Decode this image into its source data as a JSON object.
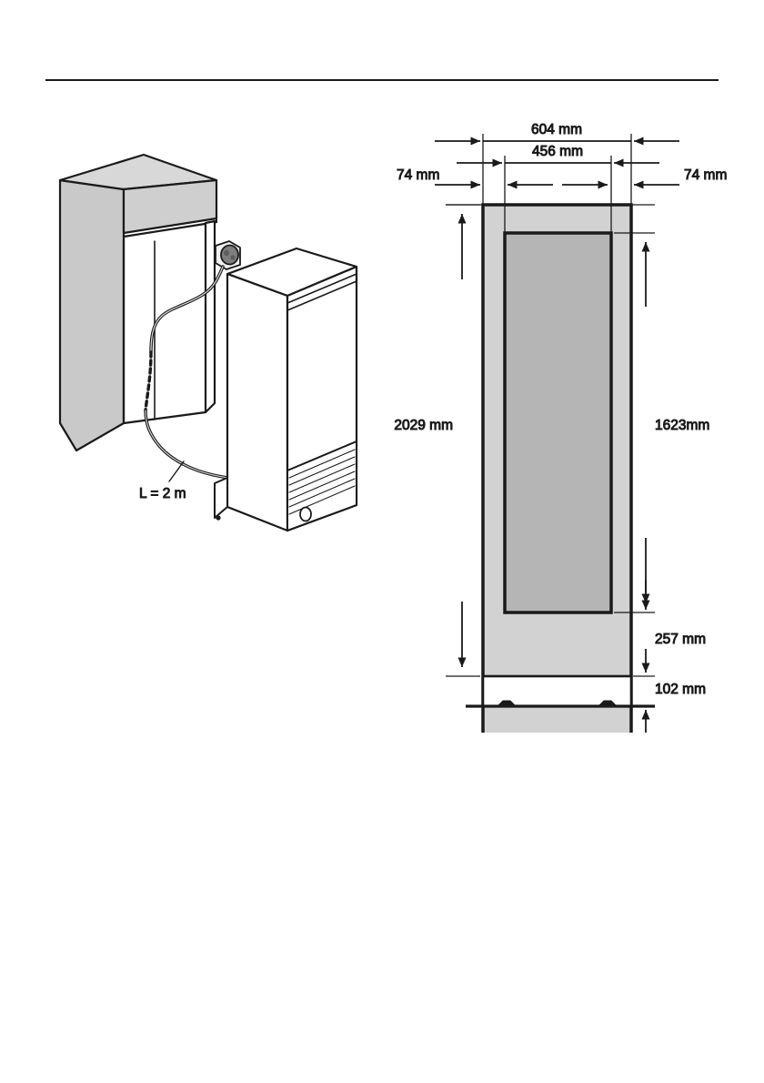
{
  "page": {
    "title": "Appliance installation niche dimensions",
    "header_rule": true
  },
  "figure_left": {
    "name": "installation-niche-with-appliance",
    "description": "Housing unit niche with wall socket, power cable and built-in appliance",
    "cable_label": "L = 2 m",
    "parts": {
      "cabinet": "housing-unit",
      "socket": "wall-socket",
      "cable": "power-cable",
      "appliance": "built-in-appliance",
      "vent_grille": "ventilation-grille"
    }
  },
  "figure_right": {
    "name": "niche-dimension-drawing",
    "description": "Front elevation of the installation niche with dimension callouts",
    "dimensions": {
      "niche_width_outer": "604 mm",
      "niche_width_inner": "456 mm",
      "side_clearance_left": "74 mm",
      "side_clearance_right": "74 mm",
      "niche_height_total": "2029 mm",
      "appliance_opening_height": "1623mm",
      "lower_section_height": "257 mm",
      "plinth_height": "102 mm"
    },
    "colors": {
      "frame_fill": "#d2d2d2",
      "opening_fill": "#b5b5b5",
      "outline": "#1a1a1a",
      "plinth_fill": "#ffffff"
    }
  }
}
